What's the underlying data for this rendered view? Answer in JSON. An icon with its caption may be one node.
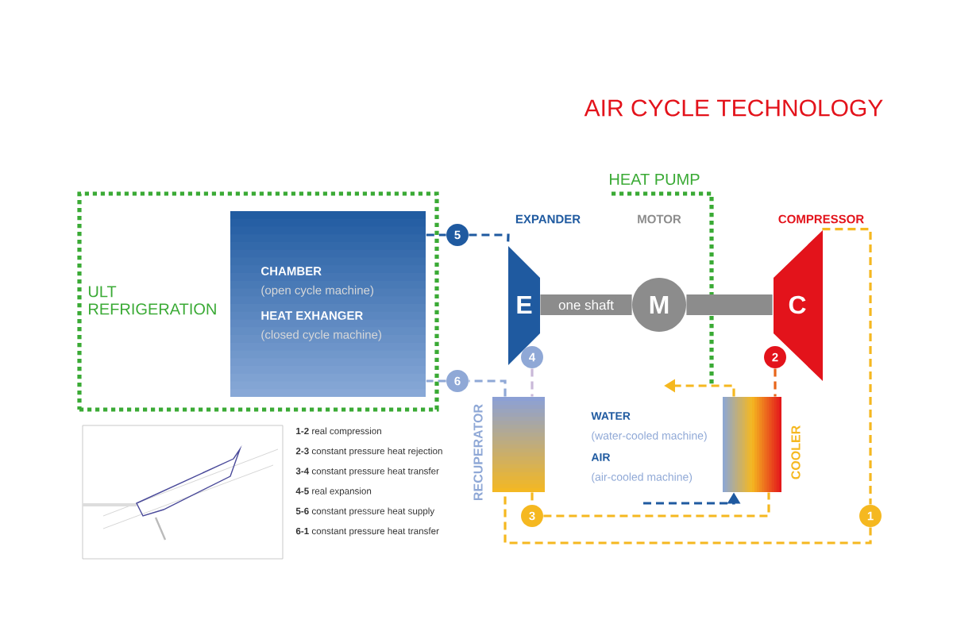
{
  "diagram": {
    "title": "AIR CYCLE TECHNOLOGY",
    "nodes": [
      {
        "text": [
          "ULT REFRIGERATION"
        ]
      },
      {
        "text": [
          "CHAMBER",
          "(open cycle machine)",
          "HEAT EXHANGER",
          "(closed cycle machine)"
        ],
        "in": 0
      },
      {
        "text": [
          "EXPANDER",
          "E"
        ]
      },
      {
        "text": [
          "MOTOR",
          "M"
        ]
      },
      {
        "text": [
          "COMPRESSOR",
          "C"
        ]
      },
      {
        "text": [
          "RECUPERATOR"
        ]
      },
      {
        "text": [
          "COOLER"
        ]
      },
      {
        "text": [
          "1"
        ]
      },
      {
        "text": [
          "2"
        ]
      },
      {
        "text": [
          "3"
        ]
      },
      {
        "text": [
          "4"
        ]
      },
      {
        "text": [
          "5"
        ]
      },
      {
        "text": [
          "6"
        ]
      }
    ],
    "edges": [
      {
        "from": 1,
        "to": 11,
        "arrow": "none",
        "style": "dashed",
        "color": "#1f5aa0"
      },
      {
        "from": 11,
        "to": 2,
        "arrow": "none",
        "style": "dashed",
        "color": "#1f5aa0"
      },
      {
        "from": 10,
        "to": 5,
        "arrow": "none",
        "style": "dashed",
        "color": "#c9b8d8"
      },
      {
        "from": 5,
        "to": 12,
        "arrow": "none",
        "style": "dashed",
        "color": "#8fa8d6"
      },
      {
        "from": 12,
        "to": 1,
        "arrow": "none",
        "style": "dashed",
        "color": "#8fa8d6"
      },
      {
        "from": 5,
        "to": 9,
        "arrow": "none",
        "style": "dashed"
      },
      {
        "from": 9,
        "to": 6,
        "arrow": "none",
        "style": "dashed"
      },
      {
        "from": 4,
        "to": 7,
        "arrow": "none",
        "style": "dashed"
      },
      {
        "from": 7,
        "to": 5,
        "arrow": "none",
        "style": "dashed"
      },
      {
        "from": 8,
        "to": 6,
        "arrow": "none",
        "style": "dashed",
        "color": "#e8651a"
      },
      {
        "from": 6,
        "to": null,
        "arrow": "to",
        "style": "dashed"
      },
      {
        "from": null,
        "to": 6,
        "arrow": "to",
        "style": "dashed",
        "color": "#1f5aa0"
      },
      {
        "from": 2,
        "to": 3,
        "arrow": "none",
        "style": "thick",
        "color": "#8c8c8c",
        "label": "one shaft"
      },
      {
        "from": 3,
        "to": 4,
        "arrow": "none",
        "style": "thick",
        "color": "#8c8c8c"
      }
    ],
    "labels": [
      "HEAT PUMP",
      "WATER",
      "(water-cooled machine)",
      "AIR",
      "(air-cooled machine)",
      "**1-2** real compression",
      "**2-3** constant pressure heat rejection",
      "**3-4** constant pressure heat transfer",
      "**4-5** real expansion",
      "**5-6** constant pressure heat supply",
      "**6-1** constant pressure heat transfer"
    ]
  }
}
